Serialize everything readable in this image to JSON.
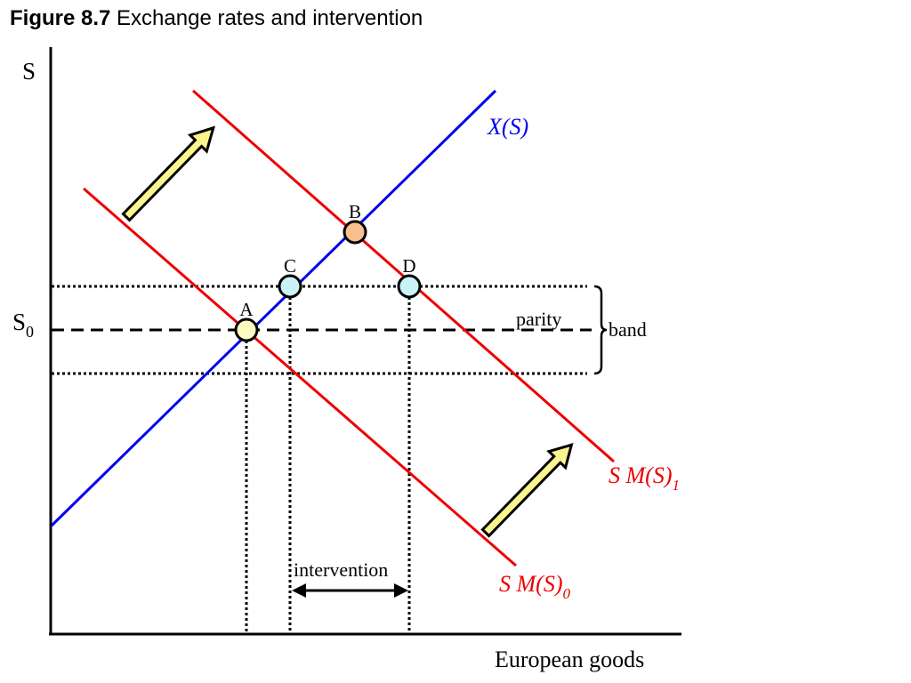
{
  "title": {
    "label": "Figure 8.7",
    "text": "Exchange rates and intervention"
  },
  "axes": {
    "y_label": "S",
    "x_label": "European goods",
    "s0_main": "S",
    "s0_sub": "0"
  },
  "curves": {
    "supply_label": "X(S)",
    "demand0_main": "S M(S)",
    "demand0_sub": "0",
    "demand1_main": "S M(S)",
    "demand1_sub": "1"
  },
  "points": {
    "a": "A",
    "b": "B",
    "c": "C",
    "d": "D"
  },
  "labels": {
    "parity": "parity",
    "band": "band",
    "intervention": "intervention"
  },
  "colors": {
    "axis": "#000000",
    "supply": "#0000ee",
    "demand": "#ee0000",
    "point_a": "#fdfbc2",
    "point_b": "#f8bf8f",
    "point_cd": "#c9f3f8",
    "arrow_fill": "#fbf58e"
  }
}
